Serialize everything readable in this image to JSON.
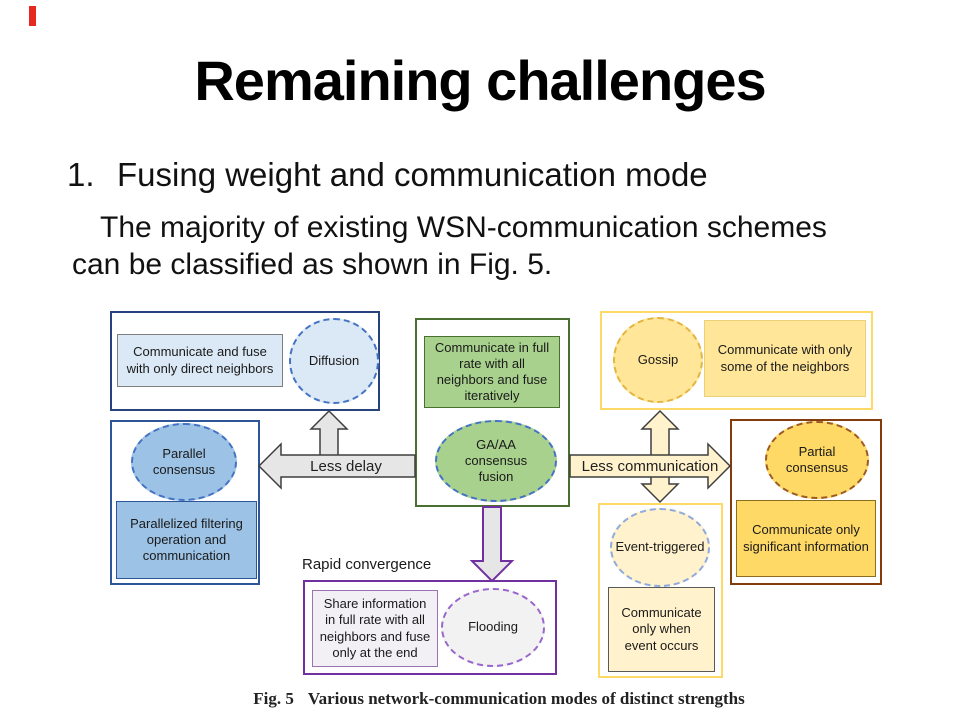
{
  "slide": {
    "marker_color": "#e8281e",
    "title": "Remaining challenges",
    "point": {
      "number": "1.",
      "text": "Fusing weight and communication mode"
    },
    "body": {
      "line1": "The majority of existing WSN-communication schemes",
      "line2": "can be classified as shown in Fig. 5."
    },
    "caption": {
      "label": "Fig. 5",
      "text": "Various network-communication modes of distinct strengths"
    }
  },
  "diagram": {
    "diffusion": {
      "rect": [
        "Communicate and fuse",
        "with only direct neighbors"
      ],
      "ellipse": "Diffusion"
    },
    "parallel": {
      "ellipse": [
        "Parallel",
        "consensus"
      ],
      "rect": [
        "Parallelized filtering",
        "operation and",
        "communication"
      ]
    },
    "center": {
      "rect": [
        "Communicate in full",
        "rate with all",
        "neighbors and fuse",
        "iteratively"
      ],
      "ellipse": [
        "GA/AA",
        "consensus",
        "fusion"
      ]
    },
    "gossip": {
      "ellipse": "Gossip",
      "rect": [
        "Communicate with only",
        "some of the neighbors"
      ]
    },
    "partial": {
      "ellipse": [
        "Partial",
        "consensus"
      ],
      "rect": [
        "Communicate only",
        "significant information"
      ]
    },
    "event": {
      "ellipse": "Event-triggered",
      "rect": [
        "Communicate",
        "only when",
        "event occurs"
      ]
    },
    "flooding": {
      "header": "Rapid convergence",
      "rect": [
        "Share information",
        "in full rate with all",
        "neighbors and fuse",
        "only at the end"
      ],
      "ellipse": "Flooding"
    },
    "arrows": {
      "less_delay": "Less delay",
      "less_communication": "Less communication"
    },
    "colors": {
      "navy_border": "#27437e",
      "blue_border": "#2e5597",
      "light_blue_fill": "#dbe9f6",
      "mid_blue_fill": "#9cc2e5",
      "blue_dash": "#4472c4",
      "green_fill": "#a9d18e",
      "green_border": "#4a7031",
      "gold_fill": "#ffd966",
      "mid_yellow_fill": "#ffe699",
      "pale_yellow_fill": "#fff2cc",
      "dark_red_border": "#843c0c",
      "purple_border": "#7030a0",
      "gray_arrow_fill": "#e7e6e6",
      "yellow_arrow_fill": "#fff2cc"
    }
  }
}
